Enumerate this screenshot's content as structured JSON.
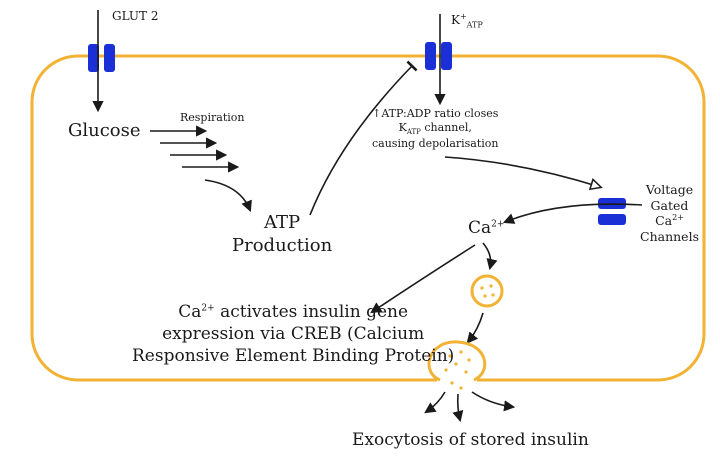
{
  "labels": {
    "glut2": "GLUT 2",
    "katp": {
      "base": "K",
      "sup": "+",
      "sub": "ATP"
    },
    "glucose": "Glucose",
    "respiration": "Respiration",
    "atp_production": [
      "ATP",
      "Production"
    ],
    "atp_ratio": {
      "line1_arrow": "↑",
      "line1": "ATP:ADP ratio closes",
      "line2_base": "K",
      "line2_sub": "ATP",
      "line2_rest": " channel,",
      "line3": "causing depolarisation"
    },
    "voltage_gated": {
      "line1": "Voltage",
      "line2": "Gated",
      "line3_base": "Ca",
      "line3_sup": "2+",
      "line4": "Channels"
    },
    "calcium": {
      "base": "Ca",
      "sup": "2+"
    },
    "creb": {
      "line1_base": "Ca",
      "line1_sup": "2+",
      "line1_rest": " activates insulin gene",
      "line2": "expression via CREB (Calcium",
      "line3": "Responsive Element Binding Protein)"
    },
    "exocytosis": "Exocytosis of stored insulin"
  },
  "colors": {
    "membrane": "#f2b233",
    "channel": "#1a2fd6",
    "vesicle": "#f2b233",
    "arrow": "#1a1a1a"
  }
}
